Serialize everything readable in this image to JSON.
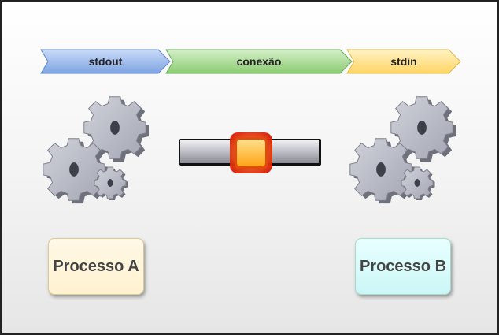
{
  "chevrons": {
    "stdout": "stdout",
    "conexao": "conexão",
    "stdin": "stdin"
  },
  "processes": {
    "a": "Processo A",
    "b": "Processo B"
  },
  "icons": {
    "gears_left": "gears-icon",
    "gears_right": "gears-icon",
    "pipe": "pipe-slider-icon"
  },
  "colors": {
    "stdout": "#8fb3ea",
    "conexao": "#9fd48a",
    "stdin": "#ffe08a",
    "process_a": "#fff3d6",
    "process_b": "#d6fbfb",
    "pipe_knob": "#ffb020"
  }
}
